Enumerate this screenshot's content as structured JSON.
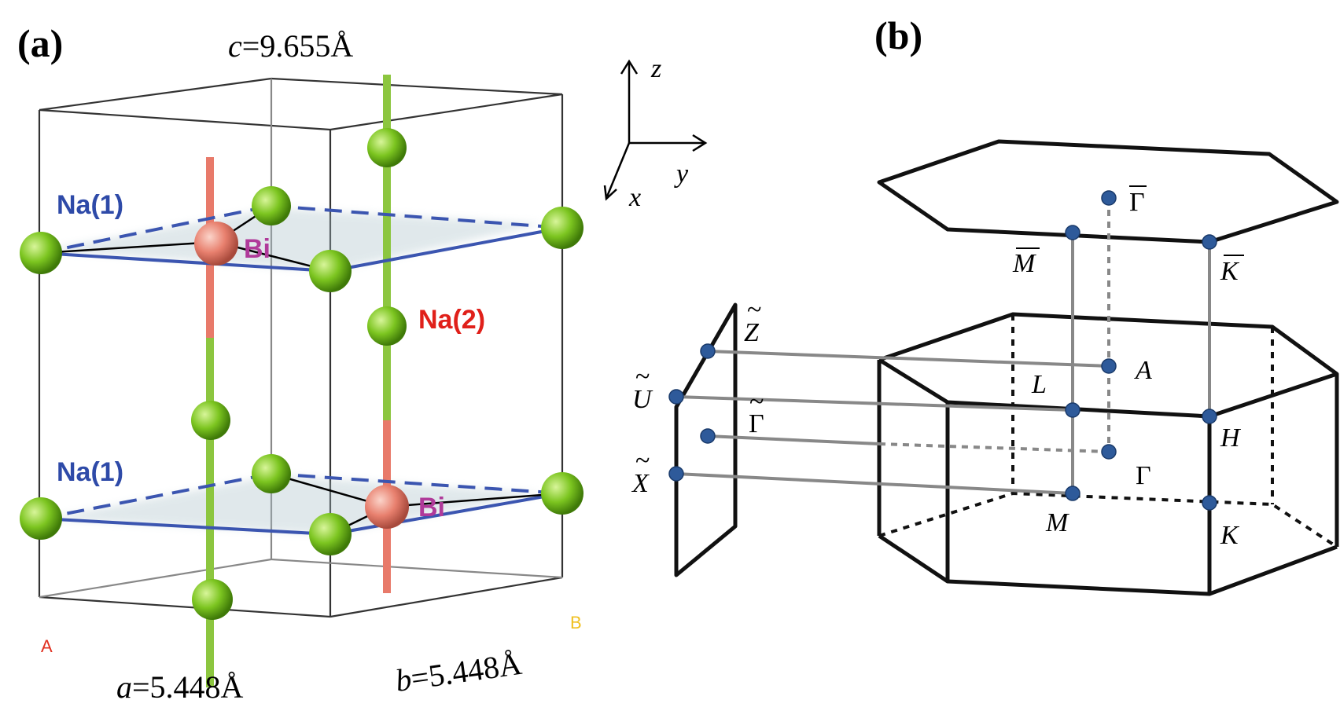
{
  "panel_a": {
    "label": "(a)",
    "lattice_c": {
      "symbol": "c",
      "value": "=9.655Å"
    },
    "lattice_a": {
      "symbol": "a",
      "value": "=5.448Å"
    },
    "lattice_b": {
      "symbol": "b",
      "value": "=5.448Å"
    },
    "na1_label_top": "Na(1)",
    "na1_label_bottom": "Na(1)",
    "na2_label": "Na(2)",
    "bi_label_top": "Bi",
    "bi_label_bottom": "Bi",
    "corner_a": "A",
    "corner_b": "B",
    "axes": {
      "z": "z",
      "y": "y",
      "x": "x"
    }
  },
  "panel_b": {
    "label": "(b)",
    "points": {
      "gamma_bar": "Γ",
      "m_bar": "M",
      "k_bar": "K",
      "z_tilde": "Z",
      "u_tilde": "U",
      "gamma_tilde": "Γ",
      "x_tilde": "X",
      "A": "A",
      "L": "L",
      "H": "H",
      "Gamma": "Γ",
      "M": "M",
      "K": "K"
    }
  },
  "colors": {
    "na_atom": "#7cc520",
    "bi_atom": "#e8806e",
    "na_rod": "#8cc63f",
    "bi_rod": "#e87a6a",
    "na1_label": "#2e4aa8",
    "na2_label": "#e0201a",
    "bi_label": "#b03a9a",
    "plane_line": "#3b55b0",
    "kpoint_dot": "#2e5a9a",
    "projection_line": "#888888",
    "corner_a": "#e03020",
    "corner_b": "#f0c020"
  }
}
